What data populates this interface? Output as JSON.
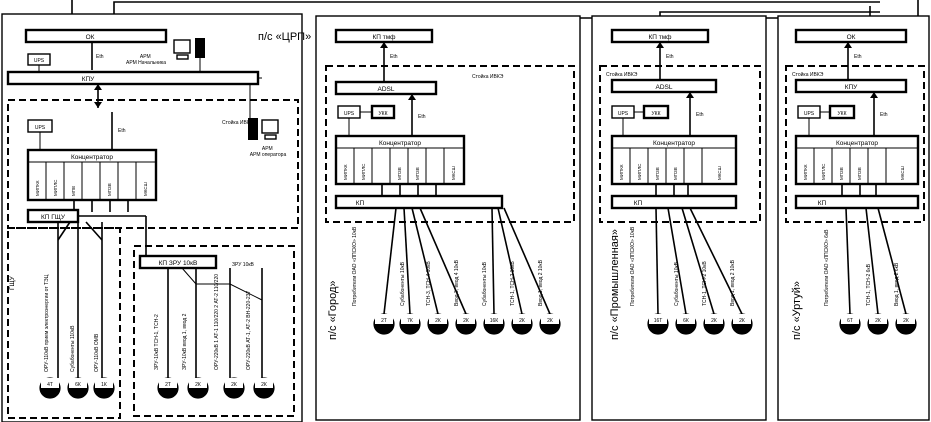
{
  "diagram": {
    "substations": {
      "crp": {
        "title": "п/с «ЦРП»",
        "ok": "ОК",
        "ups_top": "UPS",
        "eth_top": "Eth",
        "kpu": "КПУ",
        "arm_chief": "АРМ Начальника",
        "rack_title": "Стойка ИВКЭ",
        "ups_rack": "UPS",
        "eth_rack": "Eth",
        "concentrator": "Концентратор",
        "modules": [
          "МИПКК",
          "МИПЛС",
          "МПВ",
          "",
          "МПЗВ",
          "",
          "МКСШ"
        ],
        "arm_operator": "АРМ оператора",
        "kp": "КП ГЩУ",
        "gshu": "ГЩУ",
        "bottom_labels": [
          "ОРУ-110кВ прием электроэнергии от ТЭЦ",
          "Субабоненты 110кВ",
          "ОРУ-110кВ ОМВ"
        ],
        "bottom_disks": [
          "4Т",
          "6К",
          "1К"
        ],
        "zru_kp": "КП ЗРУ 10кВ",
        "zru_title": "ЗРУ 10кВ",
        "zru_labels": [
          "ЗРУ-10кВ ТСН-1, ТСН-2",
          "ЗРУ-10кВ ввод 1, ввод 2",
          "ОРУ-220кВ 1 АТ-1 110/220 2 АТ-2 110/220",
          "ОРУ-220кВ АТ-1, АТ-2 ВН-220-237"
        ],
        "zru_disks": [
          "2Т",
          "2К",
          "2К",
          "2К"
        ]
      },
      "gorod": {
        "title": "п/с «Город»",
        "kp_tmf": "КП тмф",
        "eth_top": "Eth",
        "rack_title": "Стойка ИВКЭ",
        "adsl": "ADSL",
        "ups": "UPS",
        "ukk": "УКК",
        "eth_rack": "Eth",
        "concentrator": "Концентратор",
        "modules": [
          "МИПКК",
          "МИПЛС",
          "",
          "МПЗВ",
          "МПЗВ",
          "",
          "МКСШ"
        ],
        "kp": "КП",
        "bottom_labels": [
          "Потребители ОАО «ЛПСКО» 10кВ",
          "Субабоненты 10кВ",
          "ТСН-3, ТСН-4 10кВ",
          "Ввод 3, ввод 4 10кВ",
          "Субабоненты 10кВ",
          "ТСН-1, ТСН-2 10кВ",
          "Ввод 1, ввод 2 10кВ"
        ],
        "bottom_disks": [
          "2Т",
          "7К",
          "2К",
          "2К",
          "16К",
          "2К",
          "2К"
        ]
      },
      "prom": {
        "title": "п/с «Промышленная»",
        "kp_tmf": "КП тмф",
        "eth_top": "Eth",
        "rack_title": "Стойка ИВКЭ",
        "adsl": "ADSL",
        "ups": "UPS",
        "ukk": "УКК",
        "eth_rack": "Eth",
        "concentrator": "Концентратор",
        "modules": [
          "МИПКК",
          "МИПЛС",
          "МПЗВ",
          "МПЗВ",
          "",
          "МКСШ"
        ],
        "kp": "КП",
        "bottom_labels": [
          "Потребители ОАО «ЛПСКО» 10кВ",
          "Субабоненты 10кВ",
          "ТСН-1, ТСН-2 10кВ",
          "Ввод 1, ввод 2 10кВ"
        ],
        "bottom_disks": [
          "16Т",
          "6К",
          "2К",
          "2К"
        ]
      },
      "urtui": {
        "title": "п/с «Уртуй»",
        "ok": "ОК",
        "eth_top": "Eth",
        "rack_title": "Стойка ИВКЭ",
        "kpu": "КПУ",
        "ups": "UPS",
        "ukk": "УКК",
        "eth_rack": "Eth",
        "concentrator": "Концентратор",
        "modules": [
          "МИПКК",
          "МИПЛС",
          "МПЗВ",
          "МПЗВ",
          "",
          "МКСШ"
        ],
        "kp": "КП",
        "bottom_labels": [
          "Потребители ОАО «ЛПСКО» 6кВ",
          "ТСН-1, ТСН-2 6кВ",
          "Ввод 1, ввод 2 6кВ"
        ],
        "bottom_disks": [
          "6Т",
          "2К",
          "2К"
        ]
      }
    }
  }
}
